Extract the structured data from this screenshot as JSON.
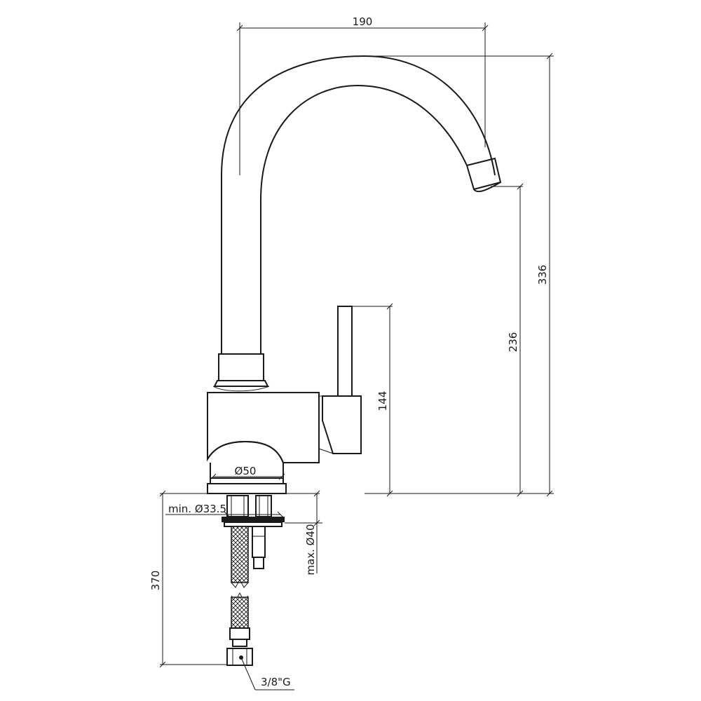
{
  "dimensions": {
    "reach": "190",
    "total_height": "336",
    "spout_height": "236",
    "handle_height": "144",
    "base_diameter": "Ø50",
    "hole_min": "min. Ø33.5",
    "hole_max": "max. Ø40",
    "hose_length": "370",
    "hose_thread": "3/8\"G"
  },
  "colors": {
    "line": "#1a1a1a",
    "background": "#ffffff"
  }
}
